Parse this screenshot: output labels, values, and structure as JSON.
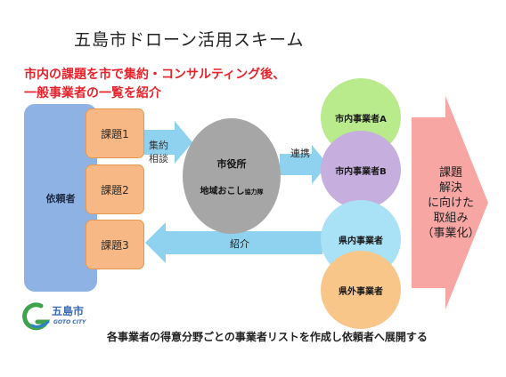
{
  "title": "五島市ドローン活用スキーム",
  "subtitle_lines": [
    "市内の課題を市で集約・コンサルティング後、",
    "一般事業者の一覧を紹介"
  ],
  "requester": {
    "label": "依頼者"
  },
  "tasks": [
    "課題1",
    "課題2",
    "課題3"
  ],
  "arrows": {
    "consult": "集約\n相談",
    "link": "連携",
    "introduce": "紹介"
  },
  "city": {
    "label": "市役所",
    "team_main": "地域おこし",
    "team_small": "協力隊"
  },
  "businesses": [
    "市内事業者A",
    "市内事業者B",
    "県内事業者",
    "県外事業者"
  ],
  "result": {
    "text": "課題\n解決\nに向けた\n取組み\n（事業化）"
  },
  "footer": "各事業者の得意分野ごとの事業者リストを作成し依頼者へ展開する",
  "logo": {
    "name": "五島市",
    "english": "GOTO CITY"
  },
  "colors": {
    "subtitle": "#e8222a",
    "requester": "#8fb2e4",
    "task": "#f7b885",
    "arrow": "#8fd2ef",
    "city": "#a6a6a6",
    "biz_a": "#b9ea8c",
    "biz_b": "#c6aede",
    "biz_c": "#a9e2f6",
    "biz_d": "#f9c689",
    "result_arrow": "#f7a6a3"
  }
}
